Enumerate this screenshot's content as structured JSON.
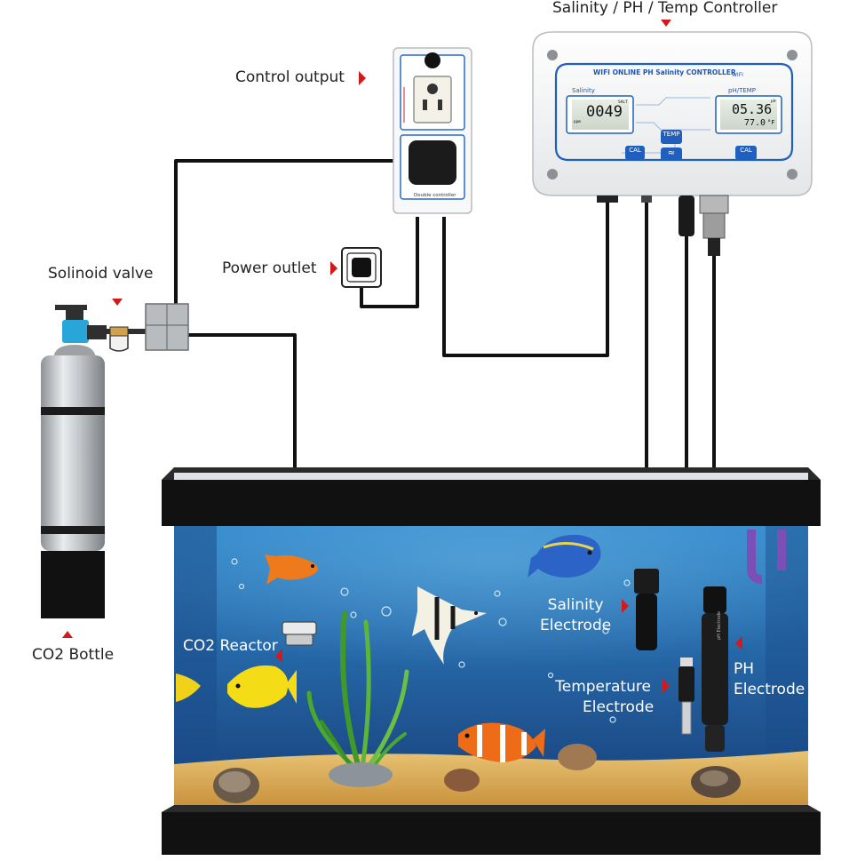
{
  "labels": {
    "controller": "Salinity / PH / Temp Controller",
    "control_output": "Control output",
    "power_outlet": "Power outlet",
    "solenoid_valve": "Solinoid valve",
    "co2_bottle": "CO2 Bottle",
    "co2_reactor": "CO2 Reactor",
    "salinity_electrode": [
      "Salinity",
      "Electrode"
    ],
    "temperature_electrode": [
      "Temperature",
      "Electrode"
    ],
    "ph_electrode": [
      "PH",
      "Electrode"
    ]
  },
  "controller_device": {
    "brand_title": "WIFI ONLINE PH Salinity CONTROLLER",
    "wifi_label": "WIFI",
    "salinity_panel_title": "Salinity",
    "salinity_reading": "0049",
    "salinity_unit": "SALT",
    "salinity_sub_unit": "ppm",
    "ph_panel_title": "pH/TEMP",
    "ph_reading": "05.36",
    "temp_reading": "77.0",
    "temp_unit": "°F",
    "ph_unit": "pH",
    "buttons": {
      "cal_left": "CAL",
      "temp": "TEMP",
      "cal_right": "CAL"
    }
  },
  "output_box": {
    "footer": "Double controller"
  },
  "electrode_text": {
    "ph": "pH Electrode"
  },
  "colors": {
    "marker": "#d11a1a",
    "controller_accent": "#1f5fbf",
    "water_top": "#2f7fc3",
    "water_bottom": "#173e78",
    "sand": "#d9ad55"
  }
}
